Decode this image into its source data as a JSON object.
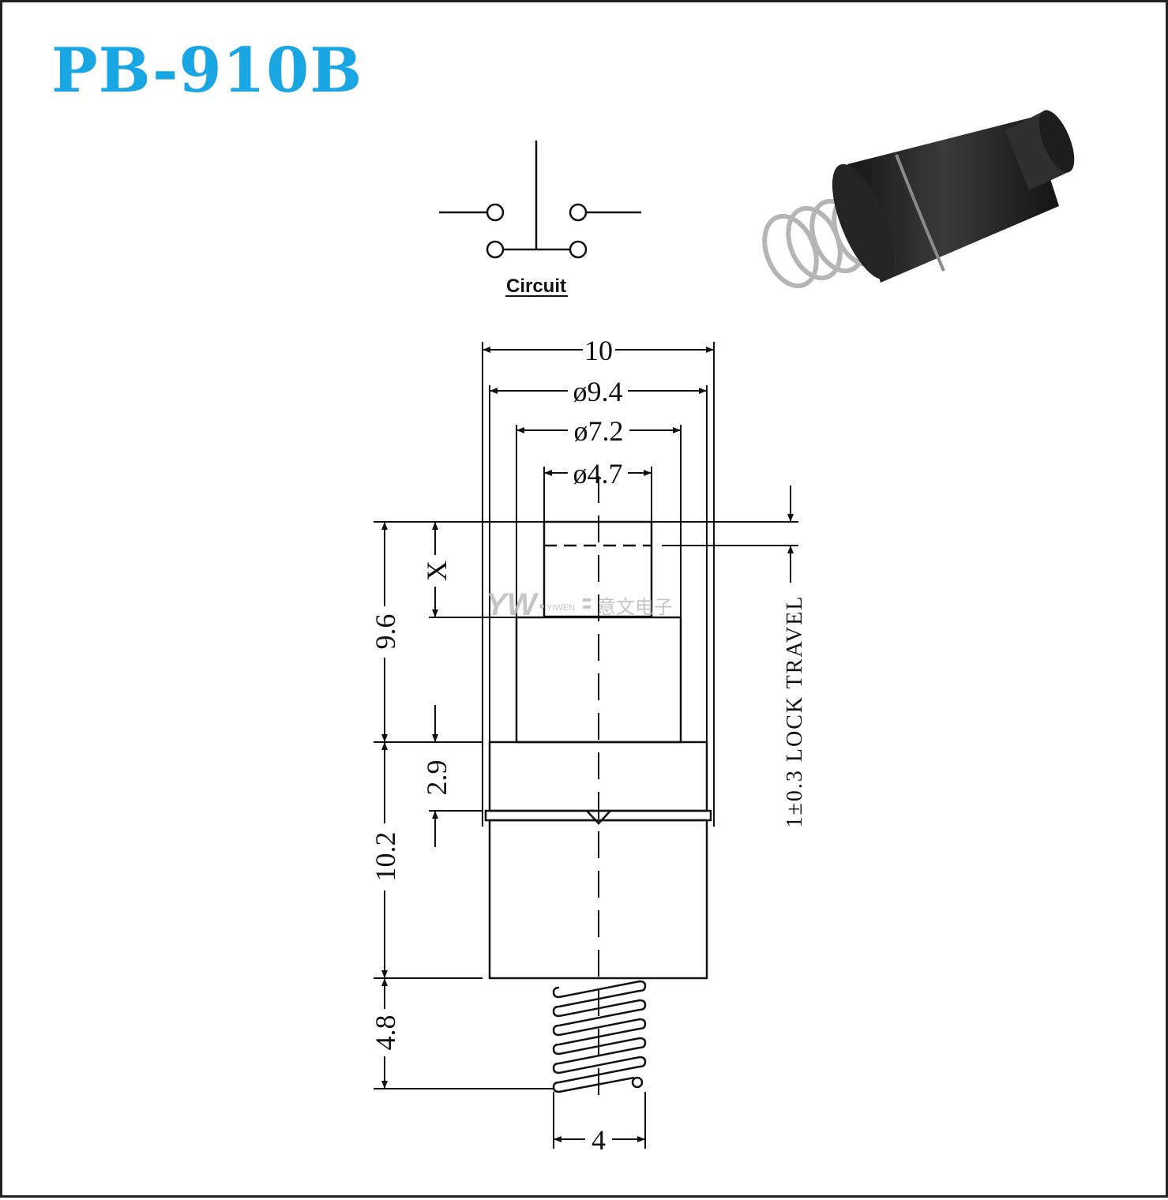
{
  "title": "PB-910B",
  "circuit": {
    "label": "Circuit"
  },
  "watermark": {
    "logo_mark": "YW",
    "brand": "YIWEN",
    "brand_cn": "意文电子"
  },
  "dimensions": {
    "width_overall": "10",
    "dia_outer": "ø9.4",
    "dia_body": "ø7.2",
    "dia_button": "ø4.7",
    "x_label": "X",
    "height_upper": "9.6",
    "flange": "2.9",
    "height_body": "10.2",
    "spring_length": "4.8",
    "spring_dia": "4",
    "travel_note": "1±0.3 LOCK TRAVEL"
  },
  "colors": {
    "title": "#1aa6e2",
    "line": "#111111",
    "photo_body": "#2a2a2a",
    "spring": "#b5b5b5"
  }
}
